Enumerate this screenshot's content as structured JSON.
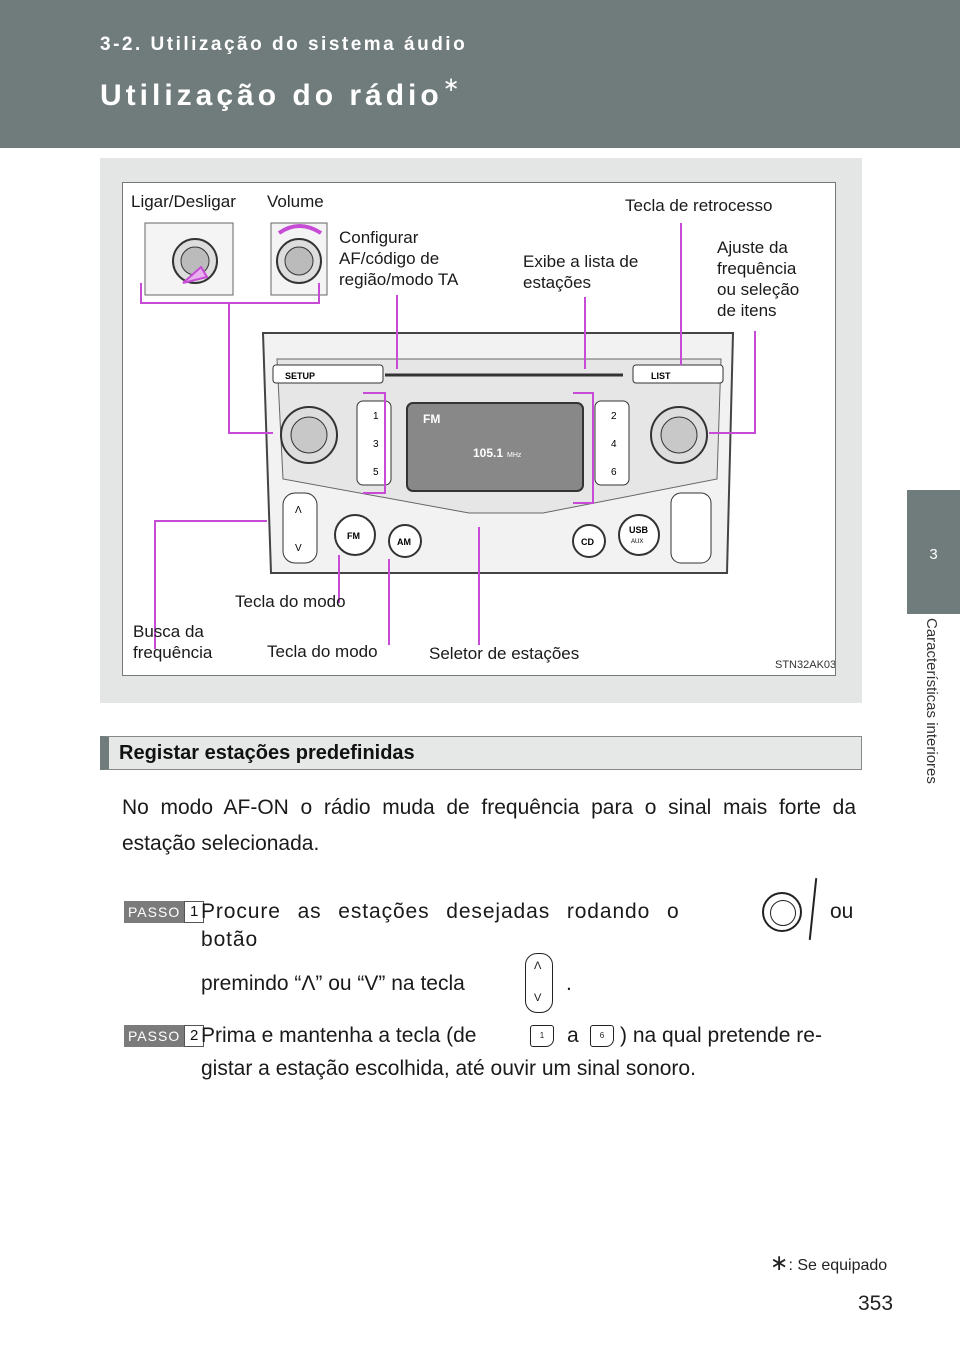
{
  "header": {
    "section": "3-2. Utilização do sistema áudio",
    "title": "Utilização do rádio",
    "title_mark": "∗"
  },
  "sidebar": {
    "chapter": "3",
    "label": "Características interiores"
  },
  "figure": {
    "labels": {
      "power": "Ligar/Desligar",
      "volume": "Volume",
      "setup_l1": "Configurar",
      "setup_l2": "AF/código de",
      "setup_l3": "região/modo TA",
      "list_l1": "Exibe a lista de",
      "list_l2": "estações",
      "back": "Tecla de retrocesso",
      "tune_l1": "Ajuste da",
      "tune_l2": "frequência",
      "tune_l3": "ou seleção",
      "tune_l4": "de itens",
      "mode_fm": "Tecla do modo",
      "mode_am": "Tecla do modo",
      "seek_l1": "Busca da",
      "seek_l2": "frequência",
      "selector": "Seletor de estações"
    },
    "code": "STN32AK03",
    "radio": {
      "setup": "SETUP",
      "list": "LIST",
      "fm": "FM",
      "am": "AM",
      "cd": "CD",
      "usb": "USB",
      "aux": "AUX",
      "display_band": "FM",
      "display_freq": "105.1",
      "display_unit": "MHz",
      "presets": [
        "1",
        "2",
        "3",
        "4",
        "5",
        "6"
      ]
    }
  },
  "section_heading": "Registar estações predefinidas",
  "intro": "No modo AF-ON o rádio muda de frequência para o sinal mais forte da estação selecionada.",
  "steps": [
    {
      "tag": "PASSO",
      "num": "1",
      "text_a": "Procure as estações desejadas rodando o botão",
      "text_b": "ou",
      "text_c": "premindo “Λ” ou “V” na tecla",
      "text_d": "."
    },
    {
      "tag": "PASSO",
      "num": "2",
      "text_a": "Prima e mantenha a tecla (de",
      "key_first": "1",
      "text_b": "a",
      "key_last": "6",
      "text_c": ") na qual pretende re-",
      "text_d": "gistar a estação escolhida, até ouvir um sinal sonoro."
    }
  ],
  "icons": {
    "knob": "rotary-knob-icon",
    "seek": "seek-up-down-icon"
  },
  "footnote": {
    "mark": "∗",
    "text": ": Se equipado"
  },
  "page_number": "353",
  "colors": {
    "header": "#6f7c7b",
    "callout": "#c64cd6",
    "panel": "#e4e6e5"
  }
}
